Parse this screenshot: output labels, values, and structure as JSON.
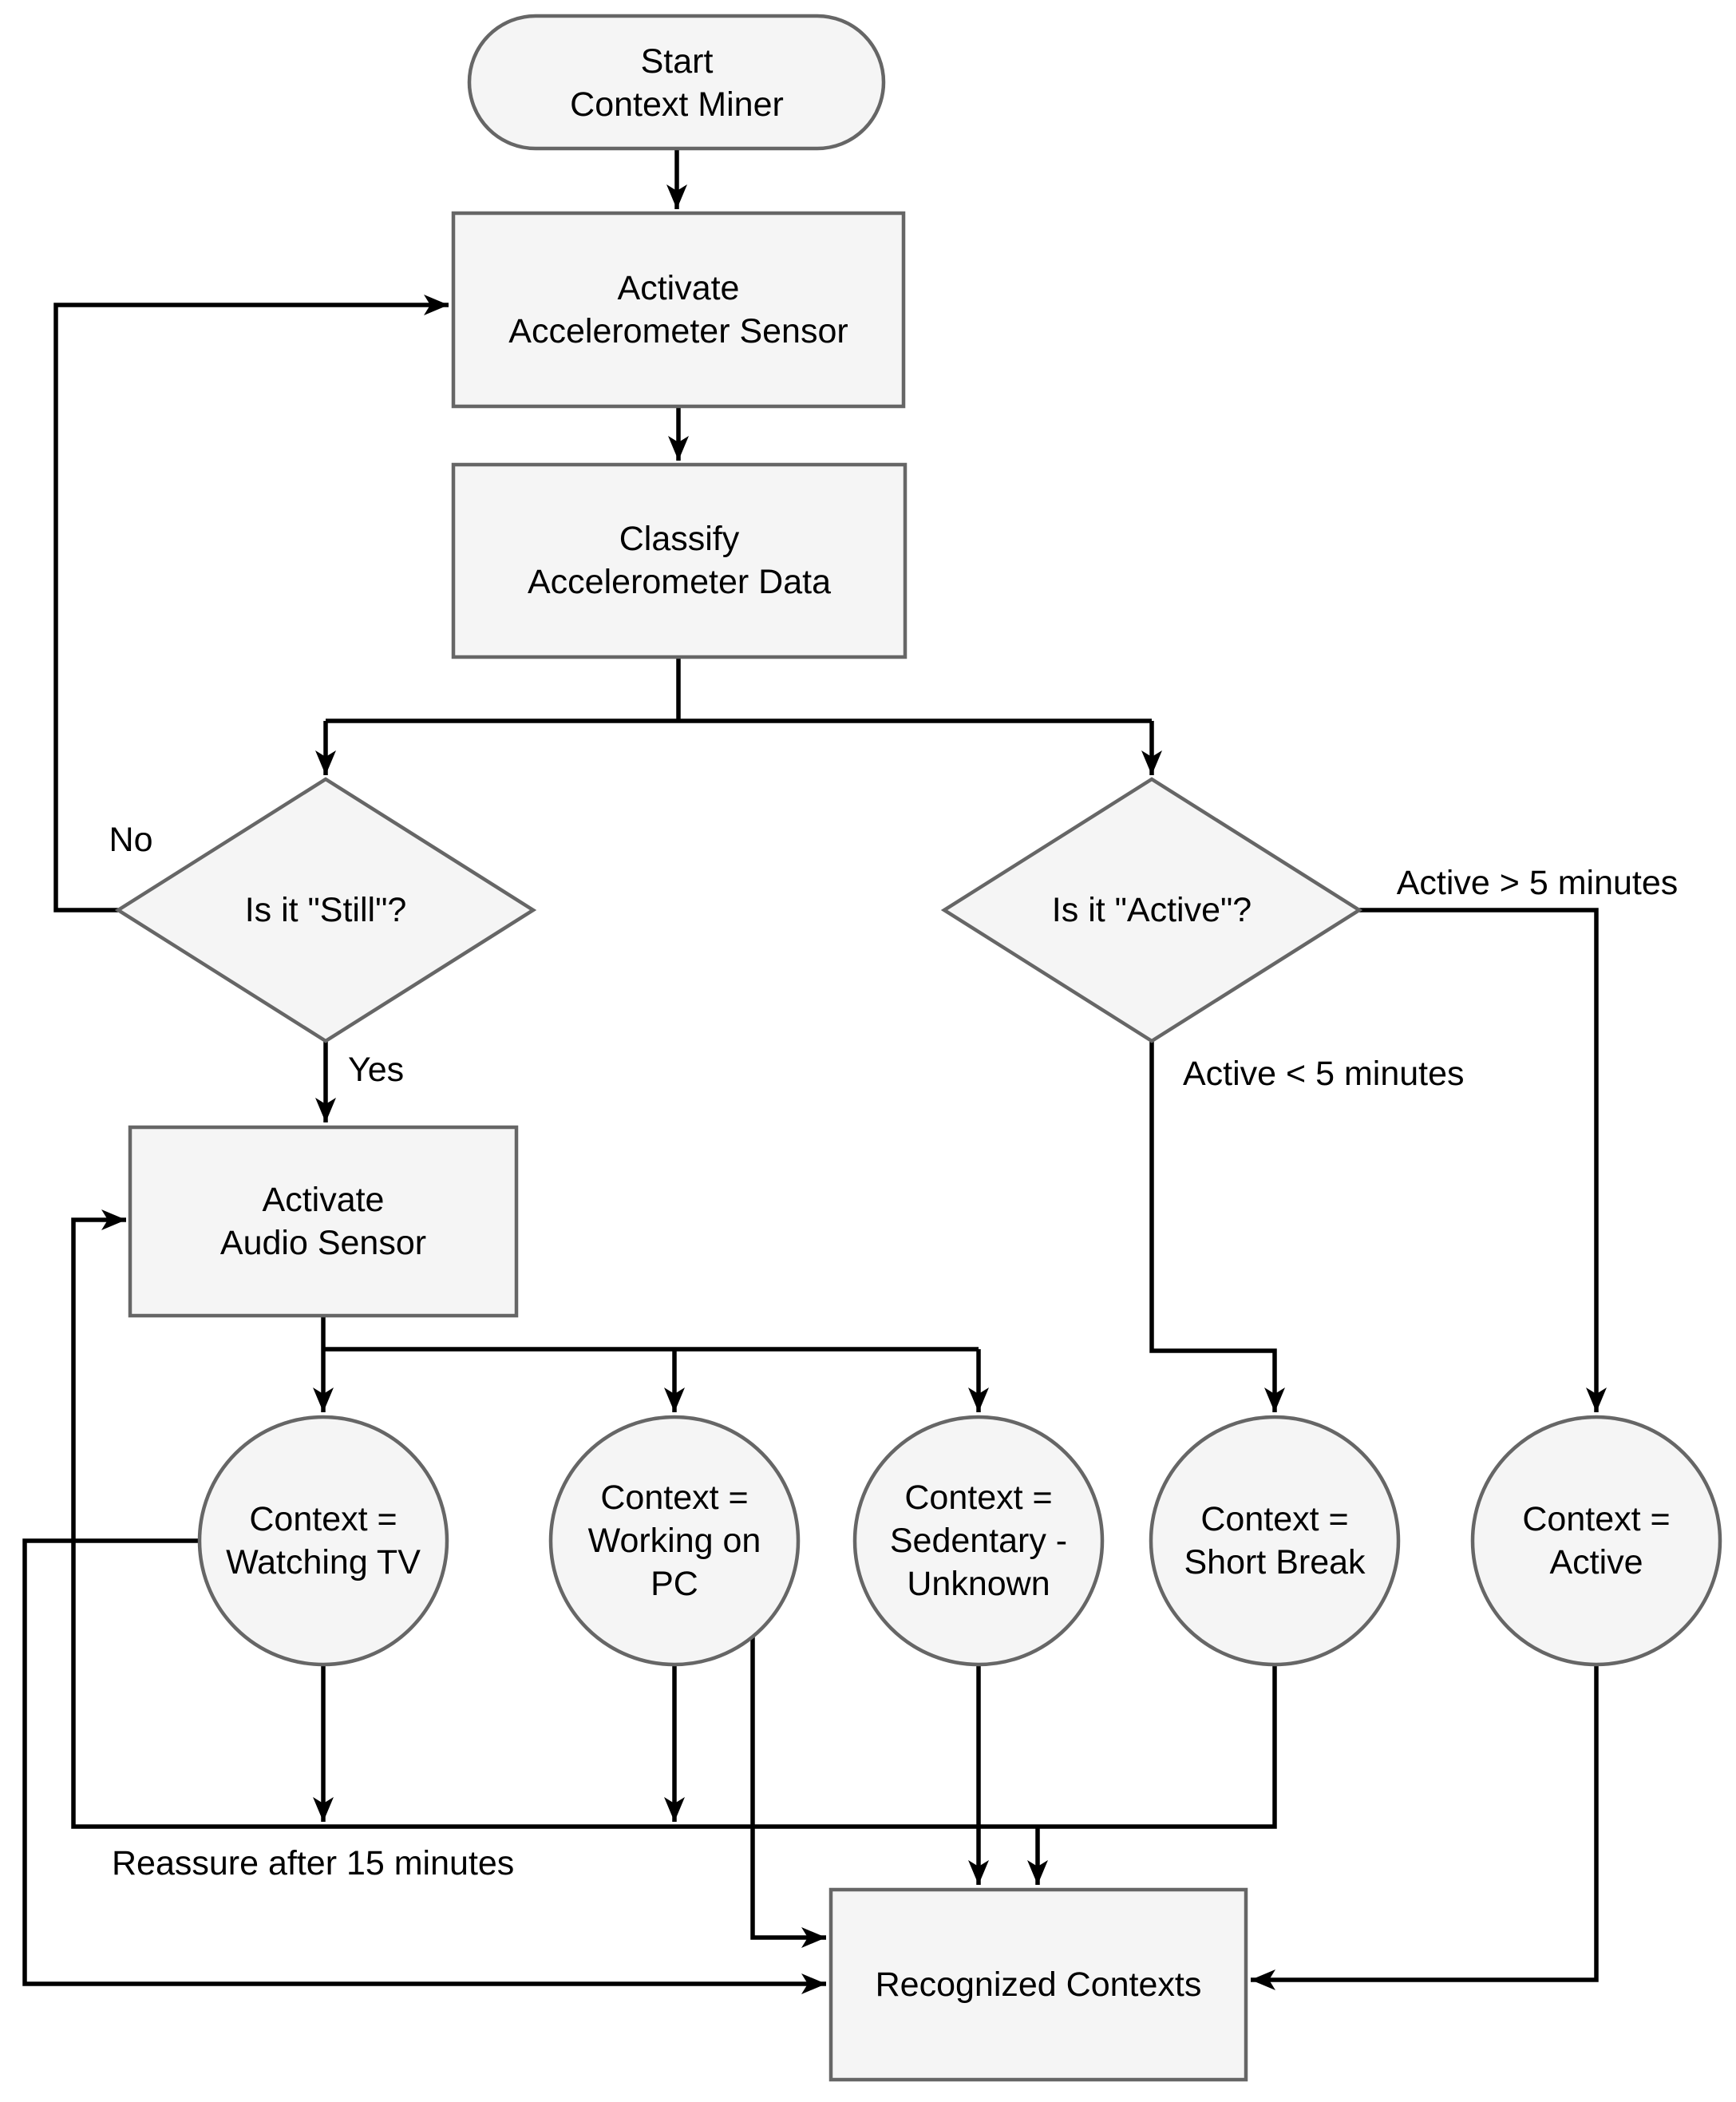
{
  "nodes": {
    "start": {
      "type": "terminator",
      "lines": [
        "Start",
        "Context Miner"
      ]
    },
    "activate_accelerometer": {
      "type": "process",
      "lines": [
        "Activate",
        "Accelerometer Sensor"
      ]
    },
    "classify_accelerometer": {
      "type": "process",
      "lines": [
        "Classify",
        "Accelerometer Data"
      ]
    },
    "is_still": {
      "type": "decision",
      "lines": [
        "Is it \"Still\"?"
      ]
    },
    "is_active": {
      "type": "decision",
      "lines": [
        "Is it \"Active\"?"
      ]
    },
    "activate_audio": {
      "type": "process",
      "lines": [
        "Activate",
        "Audio Sensor"
      ]
    },
    "context_watching_tv": {
      "type": "context",
      "lines": [
        "Context =",
        "Watching TV"
      ]
    },
    "context_working_on_pc": {
      "type": "context",
      "lines": [
        "Context =",
        "Working on",
        "PC"
      ]
    },
    "context_sedentary_unknown": {
      "type": "context",
      "lines": [
        "Context =",
        "Sedentary -",
        "Unknown"
      ]
    },
    "context_short_break": {
      "type": "context",
      "lines": [
        "Context =",
        "Short Break"
      ]
    },
    "context_active": {
      "type": "context",
      "lines": [
        "Context =",
        "Active"
      ]
    },
    "recognized_contexts": {
      "type": "process",
      "lines": [
        "Recognized Contexts"
      ]
    }
  },
  "edge_labels": {
    "no": "No",
    "yes": "Yes",
    "active_gt": "Active > 5 minutes",
    "active_lt": "Active < 5 minutes",
    "reassure": "Reassure after 15 minutes"
  },
  "colors": {
    "bg": "#ffffff",
    "node_fill": "#f5f5f5",
    "node_border": "#666666",
    "edge_color": "#000000",
    "text_color": "#000000"
  }
}
